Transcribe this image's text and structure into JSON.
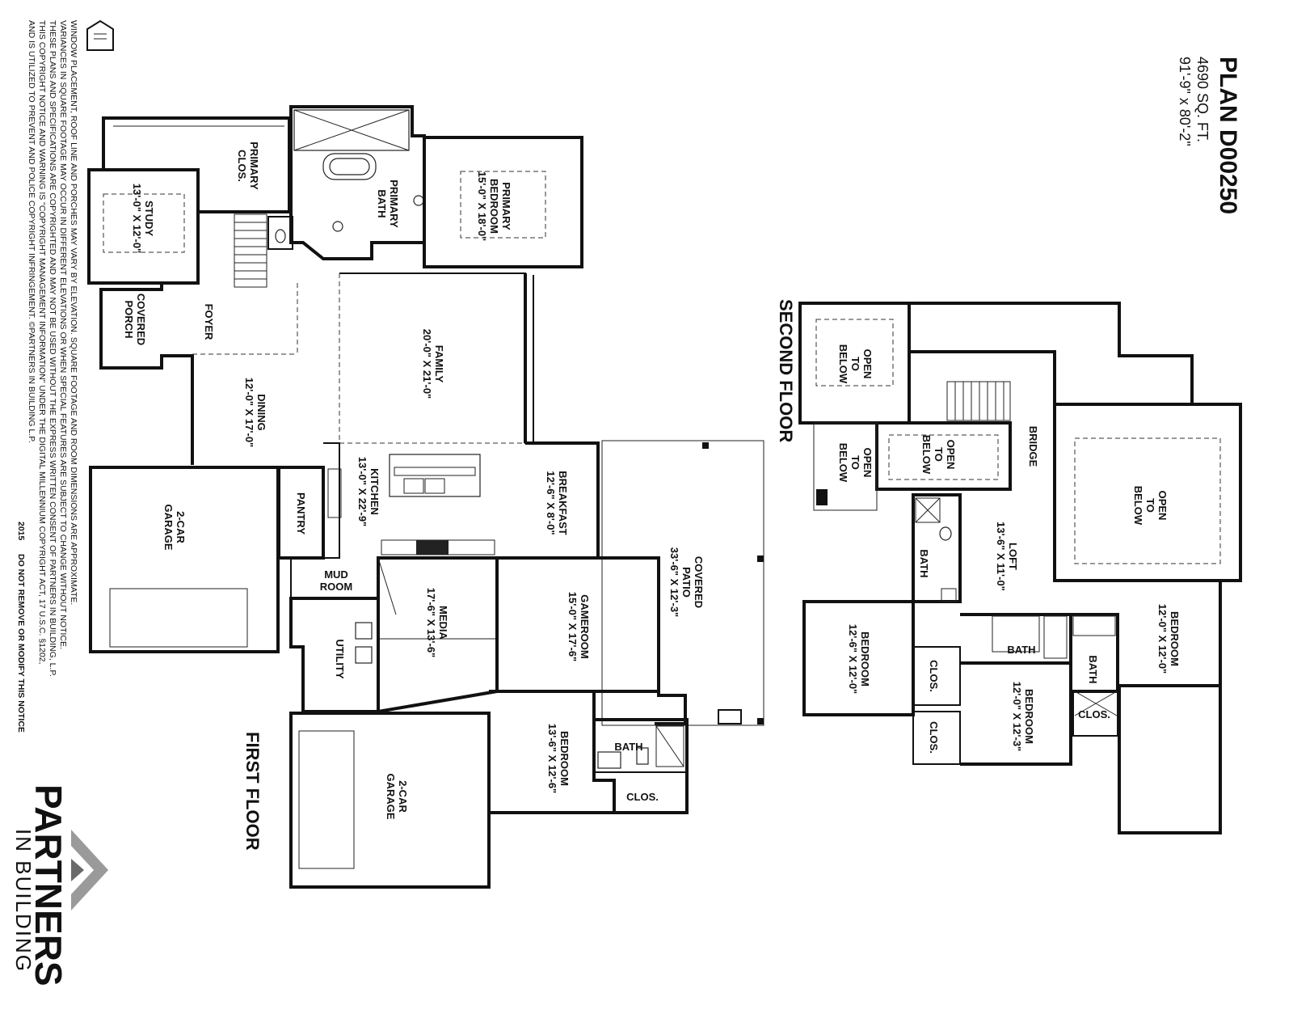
{
  "plan": {
    "title": "PLAN D00250",
    "sqft": "4690 SQ. FT.",
    "dimensions": "91'-9\" x 80'-2\""
  },
  "floors": {
    "first": "FIRST FLOOR",
    "second": "SECOND FLOOR"
  },
  "first_floor_rooms": {
    "study": {
      "name": "STUDY",
      "dim": "13'-0\" X 12'-0\""
    },
    "primary_clos": {
      "l1": "PRIMARY",
      "l2": "CLOS."
    },
    "primary_bath": {
      "l1": "PRIMARY",
      "l2": "BATH"
    },
    "primary_bedroom": {
      "l1": "PRIMARY",
      "l2": "BEDROOM",
      "dim": "15'-0\" X 18'-0\""
    },
    "covered_porch": {
      "l1": "COVERED",
      "l2": "PORCH"
    },
    "foyer": {
      "name": "FOYER"
    },
    "family": {
      "name": "FAMILY",
      "dim": "20'-0\" X 21'-0\""
    },
    "dining": {
      "name": "DINING",
      "dim": "12'-0\" X 17'-0\""
    },
    "garage_left": {
      "l1": "2-CAR",
      "l2": "GARAGE"
    },
    "pantry": {
      "name": "PANTRY"
    },
    "kitchen": {
      "name": "KITCHEN",
      "dim": "13'-0\" X 22'-9\""
    },
    "breakfast": {
      "name": "BREAKFAST",
      "dim": "12'-6\" X 8'-0\""
    },
    "covered_patio": {
      "l1": "COVERED",
      "l2": "PATIO",
      "dim": "33'-6\" X 12'-3\""
    },
    "mud_room": {
      "l1": "MUD",
      "l2": "ROOM"
    },
    "media": {
      "name": "MEDIA",
      "dim": "17'-6\" X 13'-6\""
    },
    "gameroom": {
      "name": "GAMEROOM",
      "dim": "15'-0\" X 17'-6\""
    },
    "utility": {
      "name": "UTILITY"
    },
    "bedroom": {
      "name": "BEDROOM",
      "dim": "13'-6\" X 12'-6\""
    },
    "bath": {
      "name": "BATH"
    },
    "clos": {
      "name": "CLOS."
    },
    "garage_bottom": {
      "l1": "2-CAR",
      "l2": "GARAGE"
    }
  },
  "second_floor_rooms": {
    "open_below_1": {
      "l1": "OPEN",
      "l2": "TO",
      "l3": "BELOW"
    },
    "open_below_2": {
      "l1": "OPEN",
      "l2": "TO",
      "l3": "BELOW"
    },
    "open_below_3": {
      "l1": "OPEN",
      "l2": "TO",
      "l3": "BELOW"
    },
    "open_below_4": {
      "l1": "OPEN",
      "l2": "TO",
      "l3": "BELOW"
    },
    "bridge": {
      "name": "BRIDGE"
    },
    "loft": {
      "name": "LOFT",
      "dim": "13'-6\" X 11'-0\""
    },
    "bath_a": {
      "name": "BATH"
    },
    "bedroom_a": {
      "name": "BEDROOM",
      "dim": "12'-6\" X 12'-0\""
    },
    "clos_a": {
      "name": "CLOS."
    },
    "clos_b": {
      "name": "CLOS."
    },
    "bath_b": {
      "name": "BATH"
    },
    "bedroom_b": {
      "name": "BEDROOM",
      "dim": "12'-0\" X 12'-3\""
    },
    "bath_c": {
      "name": "BATH"
    },
    "bedroom_c": {
      "name": "BEDROOM",
      "dim": "12'-0\" X 12'-0\""
    },
    "clos_c": {
      "name": "CLOS."
    }
  },
  "notice": {
    "line1": "WINDOW PLACEMENT, ROOF LINE AND PORCHES MAY VARY BY ELEVATION.  SQUARE FOOTAGE AND ROOM DIMENSIONS ARE APPROXIMATE.",
    "line2": "VARIANCES IN SQUARE FOOTAGE MAY OCCUR IN DIFFERENT ELEVATIONS OR WHEN SPECIAL FEATURES ARE SUBJECT TO CHANGE WITHOUT NOTICE.",
    "line3": "THESE PLANS AND SPECIFICATIONS ARE COPYRIGHTED AND MAY NOT BE USED WITHOUT THE EXPRESS WRITTEN CONSENT OF PARTNERS IN BUILDING, L.P.",
    "line4": "THIS COPYRIGHT NOTICE AND WARNING IS \"COPYRIGHT MANAGEMENT INFORMATION\" UNDER THE DIGITAL MILLENNIUM COPYRIGHT ACT, 17 U.S.C. §1202,",
    "line5": "AND IS UTILIZED TO PREVENT AND POLICE COPYRIGHT INFRINGEMENT.  ©PARTNERS IN BUILDING L.P.",
    "year": "2015",
    "warning": "DO NOT REMOVE OR MODIFY THIS NOTICE"
  },
  "brand": {
    "name": "PARTNERS",
    "sub": "IN BUILDING",
    "logo_icon": "equal-housing-icon"
  }
}
